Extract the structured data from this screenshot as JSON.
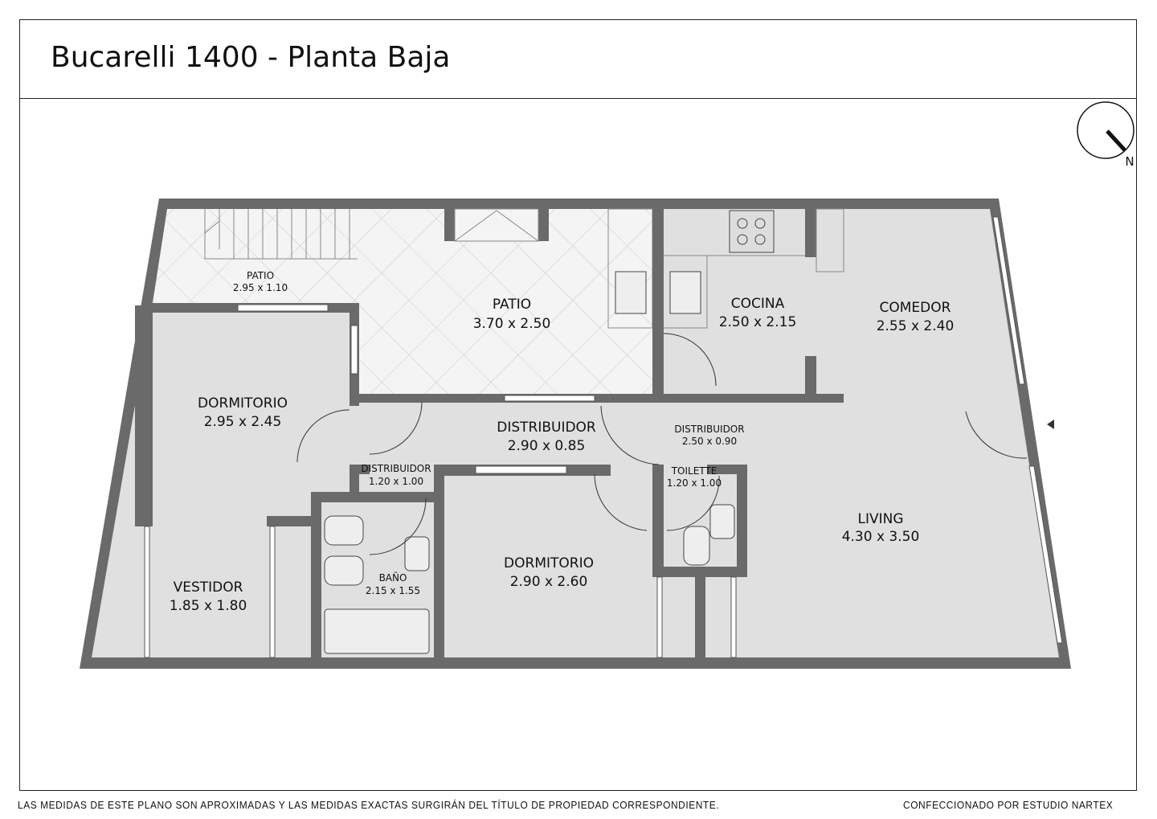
{
  "title": "Bucarelli 1400 - Planta Baja",
  "compass": {
    "label": "N"
  },
  "rooms": [
    {
      "name": "PATIO",
      "size": "2.95 x 1.10"
    },
    {
      "name": "PATIO",
      "size": "3.70 x 2.50"
    },
    {
      "name": "COCINA",
      "size": "2.50 x 2.15"
    },
    {
      "name": "COMEDOR",
      "size": "2.55 x 2.40"
    },
    {
      "name": "DORMITORIO",
      "size": "2.95 x 2.45"
    },
    {
      "name": "DISTRIBUIDOR",
      "size": "2.90 x 0.85"
    },
    {
      "name": "DISTRIBUIDOR",
      "size": "2.50 x 0.90"
    },
    {
      "name": "DISTRIBUIDOR",
      "size": "1.20 x 1.00"
    },
    {
      "name": "TOILETTE",
      "size": "1.20 x 1.00"
    },
    {
      "name": "LIVING",
      "size": "4.30 x 3.50"
    },
    {
      "name": "BAÑO",
      "size": "2.15 x 1.55"
    },
    {
      "name": "DORMITORIO",
      "size": "2.90 x 2.60"
    },
    {
      "name": "VESTIDOR",
      "size": "1.85 x 1.80"
    }
  ],
  "footer": {
    "disclaimer": "LAS MEDIDAS  DE ESTE PLANO SON APROXIMADAS Y LAS MEDIDAS EXACTAS SURGIRÁN DEL TÍTULO DE PROPIEDAD CORRESPONDIENTE.",
    "credit": "CONFECCIONADO POR ESTUDIO NARTEX"
  },
  "colors": {
    "wall": "#6a6a6a",
    "floor": "#e0e0e0",
    "line": "#222222"
  }
}
